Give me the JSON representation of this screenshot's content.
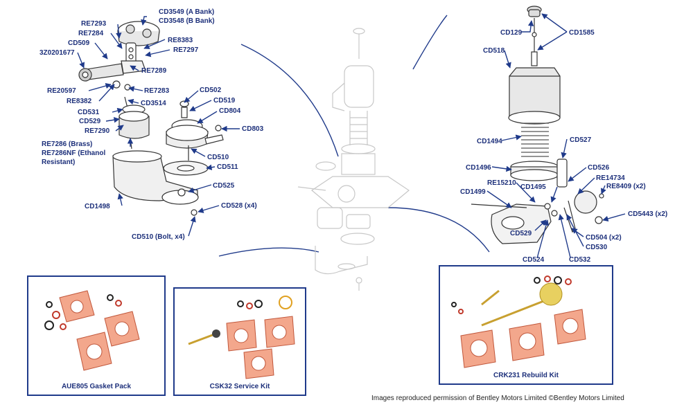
{
  "labels": {
    "cd3549": "CD3549 (A Bank)",
    "cd3548": "CD3548 (B Bank)",
    "re7293": "RE7293",
    "re7284": "RE7284",
    "re8383": "RE8383",
    "cd509": "CD509",
    "re7297": "RE7297",
    "z3": "3Z0201677",
    "re7289": "RE7289",
    "re20597": "RE20597",
    "re7283": "RE7283",
    "re8382": "RE8382",
    "cd3514": "CD3514",
    "cd531": "CD531",
    "cd529a": "CD529",
    "re7290": "RE7290",
    "cd502": "CD502",
    "cd519": "CD519",
    "cd804": "CD804",
    "cd803": "CD803",
    "re7286": "RE7286 (Brass)",
    "re7286nf_1": "RE7286NF (Ethanol",
    "re7286nf_2": "Resistant)",
    "cd510": "CD510",
    "cd511": "CD511",
    "cd525": "CD525",
    "cd1498": "CD1498",
    "cd528": "CD528 (x4)",
    "cd510bolt": "CD510 (Bolt, x4)",
    "cd129": "CD129",
    "cd1585": "CD1585",
    "cd518": "CD518",
    "cd1494": "CD1494",
    "cd527": "CD527",
    "cd1496": "CD1496",
    "cd526": "CD526",
    "re14734": "RE14734",
    "re15210": "RE15210",
    "cd1495": "CD1495",
    "re8409": "RE8409 (x2)",
    "cd1499": "CD1499",
    "cd5443": "CD5443 (x2)",
    "cd529b": "CD529",
    "cd504": "CD504 (x2)",
    "cd530": "CD530",
    "cd524": "CD524",
    "cd532": "CD532"
  },
  "kits": {
    "aue805": "AUE805 Gasket Pack",
    "csk32": "CSK32 Service Kit",
    "crk231": "CRK231 Rebuild Kit"
  },
  "credit": "Images reproduced permission of Bentley Motors Limited ©Bentley Motors Limited",
  "colors": {
    "label_text": "#1c2f7a",
    "leader_arrow": "#1f3a8a",
    "gasket": "#f3a78c",
    "gasket_stroke": "#c0563a",
    "part_outline": "#333333"
  }
}
